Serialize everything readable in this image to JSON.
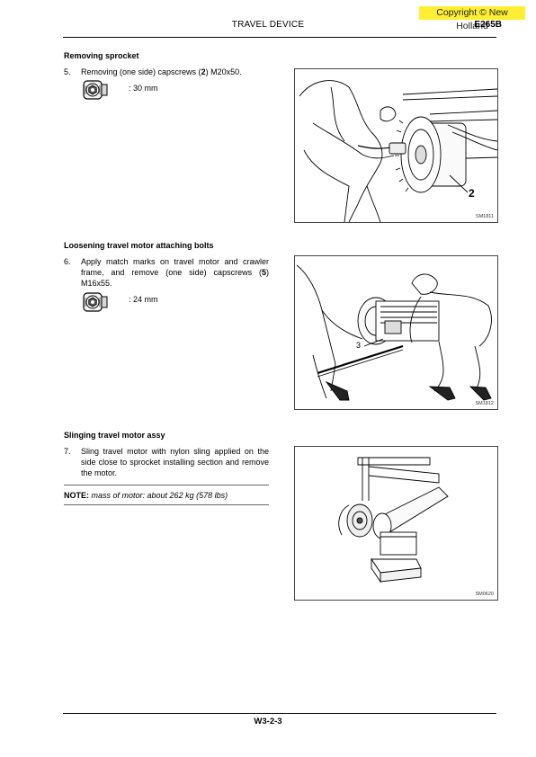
{
  "header": {
    "copyright": "Copyright © New Holland",
    "title": "TRAVEL DEVICE",
    "model": "E265B"
  },
  "sections": [
    {
      "heading": "Removing sprocket",
      "step_number": "5.",
      "step_text_before": "Removing (one side) capscrews (",
      "step_bold": "2",
      "step_text_after": ") M20x50.",
      "tool_icon": "socket-wrench-icon",
      "tool_size": ": 30 mm",
      "figure": {
        "callout": "2",
        "code": "SM1811"
      }
    },
    {
      "heading": "Loosening travel motor attaching bolts",
      "step_number": "6.",
      "step_text_before": "Apply match marks on travel motor and crawler frame, and remove (one side) capscrews (",
      "step_bold": "5",
      "step_text_after": ") M16x55.",
      "tool_icon": "socket-wrench-icon",
      "tool_size": ": 24 mm",
      "figure": {
        "callout": "3",
        "code": "SM1812"
      }
    },
    {
      "heading": "Slinging travel motor assy",
      "step_number": "7.",
      "step_text": "Sling travel motor with nylon sling applied on the side close to sprocket installing section and remove the motor.",
      "figure": {
        "code": "SM0620"
      }
    }
  ],
  "note": {
    "label": "NOTE:",
    "text": "mass of  motor: about 262 kg (578 lbs)"
  },
  "footer": {
    "page": "W3-2-3"
  }
}
